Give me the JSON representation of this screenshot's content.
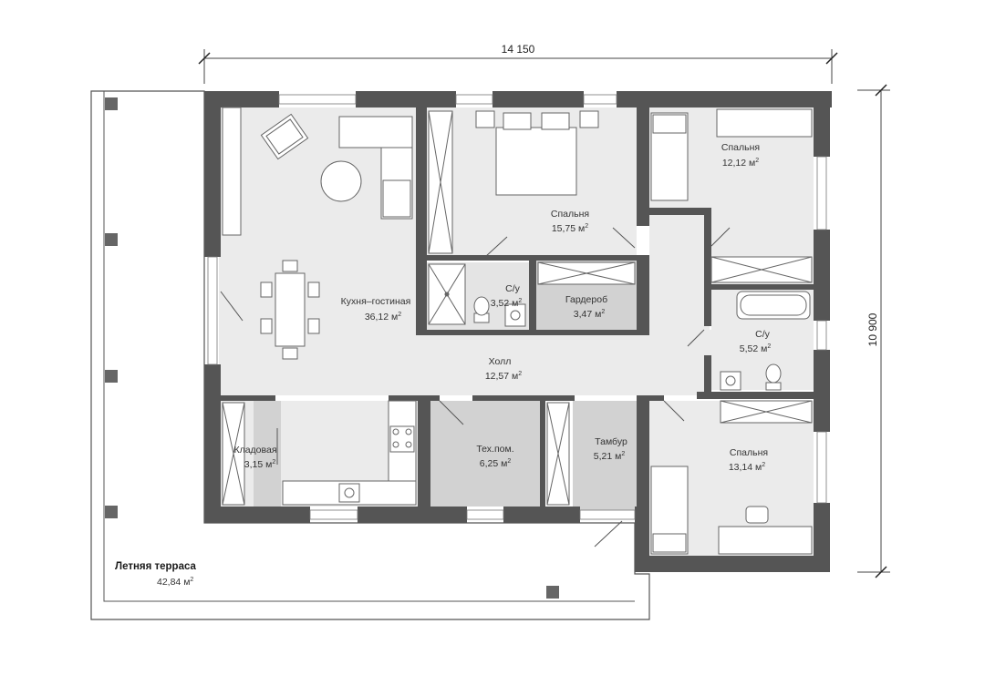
{
  "dimensions": {
    "width_label": "14 150",
    "height_label": "10 900"
  },
  "rooms": {
    "kitchen_living": {
      "name": "Кухня–гостиная",
      "area": "36,12 м",
      "unit_sup": "2"
    },
    "bedroom_center": {
      "name": "Спальня",
      "area": "15,75 м",
      "unit_sup": "2"
    },
    "bedroom_ne": {
      "name": "Спальня",
      "area": "12,12 м",
      "unit_sup": "2"
    },
    "bathroom_small": {
      "name": "С/у",
      "area": "3,52 м",
      "unit_sup": "2"
    },
    "wardrobe": {
      "name": "Гардероб",
      "area": "3,47 м",
      "unit_sup": "2"
    },
    "bathroom_east": {
      "name": "С/у",
      "area": "5,52 м",
      "unit_sup": "2"
    },
    "hall": {
      "name": "Холл",
      "area": "12,57 м",
      "unit_sup": "2"
    },
    "pantry": {
      "name": "Кладовая",
      "area": "3,15 м",
      "unit_sup": "2"
    },
    "tech_room": {
      "name": "Тех.пом.",
      "area": "6,25 м",
      "unit_sup": "2"
    },
    "vestibule": {
      "name": "Тамбур",
      "area": "5,21 м",
      "unit_sup": "2"
    },
    "bedroom_se": {
      "name": "Спальня",
      "area": "13,14 м",
      "unit_sup": "2"
    },
    "terrace": {
      "name": "Летняя терраса",
      "area": "42,84 м",
      "unit_sup": "2"
    }
  },
  "colors": {
    "wall": "#555555",
    "floor_light": "#ebebeb",
    "floor_dark": "#d2d2d2"
  }
}
